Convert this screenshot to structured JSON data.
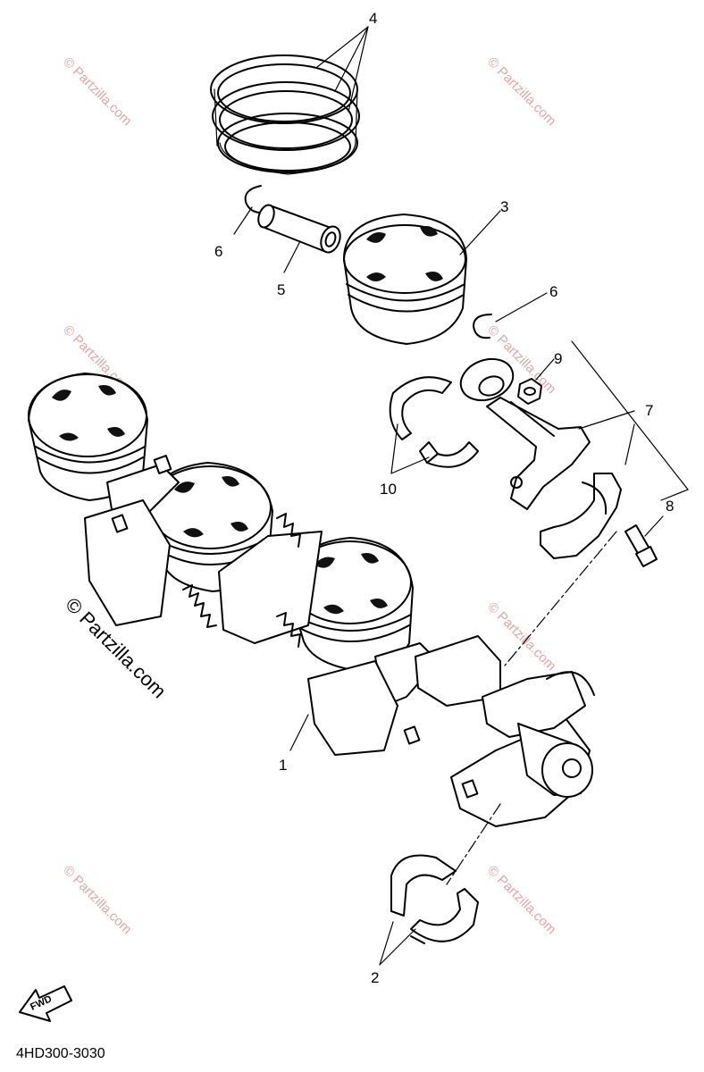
{
  "diagram": {
    "code": "4HD300-3030",
    "direction_label": "FWD",
    "watermark_large": "© Partzilla.com",
    "watermark_small": "© Partzilla.com",
    "callouts": {
      "c1": "1",
      "c2": "2",
      "c3": "3",
      "c4": "4",
      "c5": "5",
      "c6a": "6",
      "c6b": "6",
      "c7": "7",
      "c8": "8",
      "c9": "9",
      "c10": "10"
    },
    "parts": [
      {
        "id": "crankshaft",
        "callout": "1"
      },
      {
        "id": "main-bearing",
        "callout": "2"
      },
      {
        "id": "piston",
        "callout": "3"
      },
      {
        "id": "piston-ring-set",
        "callout": "4"
      },
      {
        "id": "piston-pin",
        "callout": "5"
      },
      {
        "id": "piston-pin-clip",
        "callout": "6"
      },
      {
        "id": "connecting-rod",
        "callout": "7"
      },
      {
        "id": "connecting-rod-bolt",
        "callout": "8"
      },
      {
        "id": "connecting-rod-nut",
        "callout": "9"
      },
      {
        "id": "connecting-rod-bearing",
        "callout": "10"
      }
    ]
  }
}
